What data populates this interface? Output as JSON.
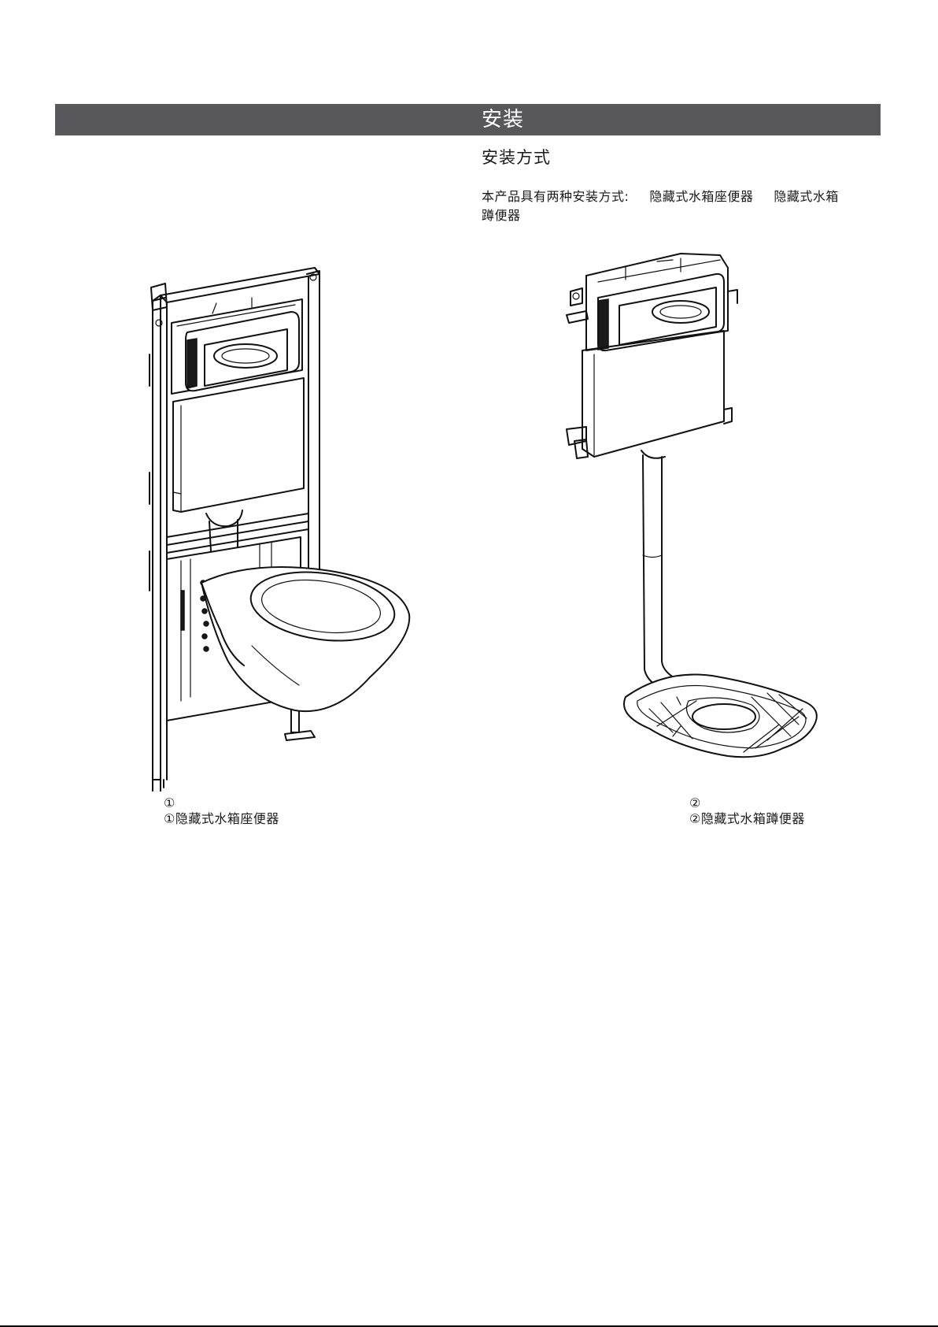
{
  "header": {
    "title": "安装"
  },
  "section": {
    "title": "安装方式",
    "intro_prefix": "本产品具有两种安装方式:",
    "intro_option_1": "隐藏式水箱座便器",
    "intro_option_2_part1": "隐藏式水箱",
    "intro_option_2_part2": "蹲便器"
  },
  "figures": [
    {
      "number": "①",
      "caption": "①隐藏式水箱座便器"
    },
    {
      "number": "②",
      "caption": "②隐藏式水箱蹲便器"
    }
  ]
}
